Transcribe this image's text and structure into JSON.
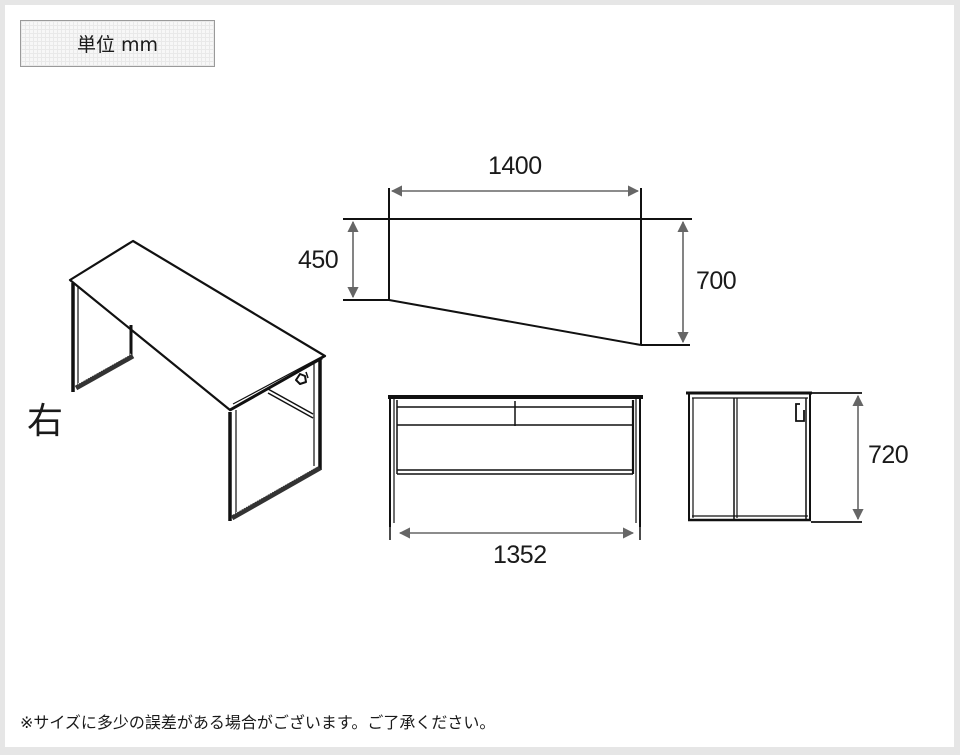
{
  "unit_label": "単位 mm",
  "side_label": "右",
  "dimensions": {
    "top_width": "1400",
    "top_depth_left": "450",
    "top_depth_right": "700",
    "inner_width": "1352",
    "height": "720"
  },
  "views": {
    "isometric": "isometric-view",
    "top": "top-view",
    "front": "front-view",
    "side": "side-view"
  },
  "colors": {
    "line": "#111111",
    "dimension_line": "#666666",
    "frame": "#e6e6e6"
  },
  "note": "※サイズに多少の誤差がある場合がございます。ご了承ください。"
}
